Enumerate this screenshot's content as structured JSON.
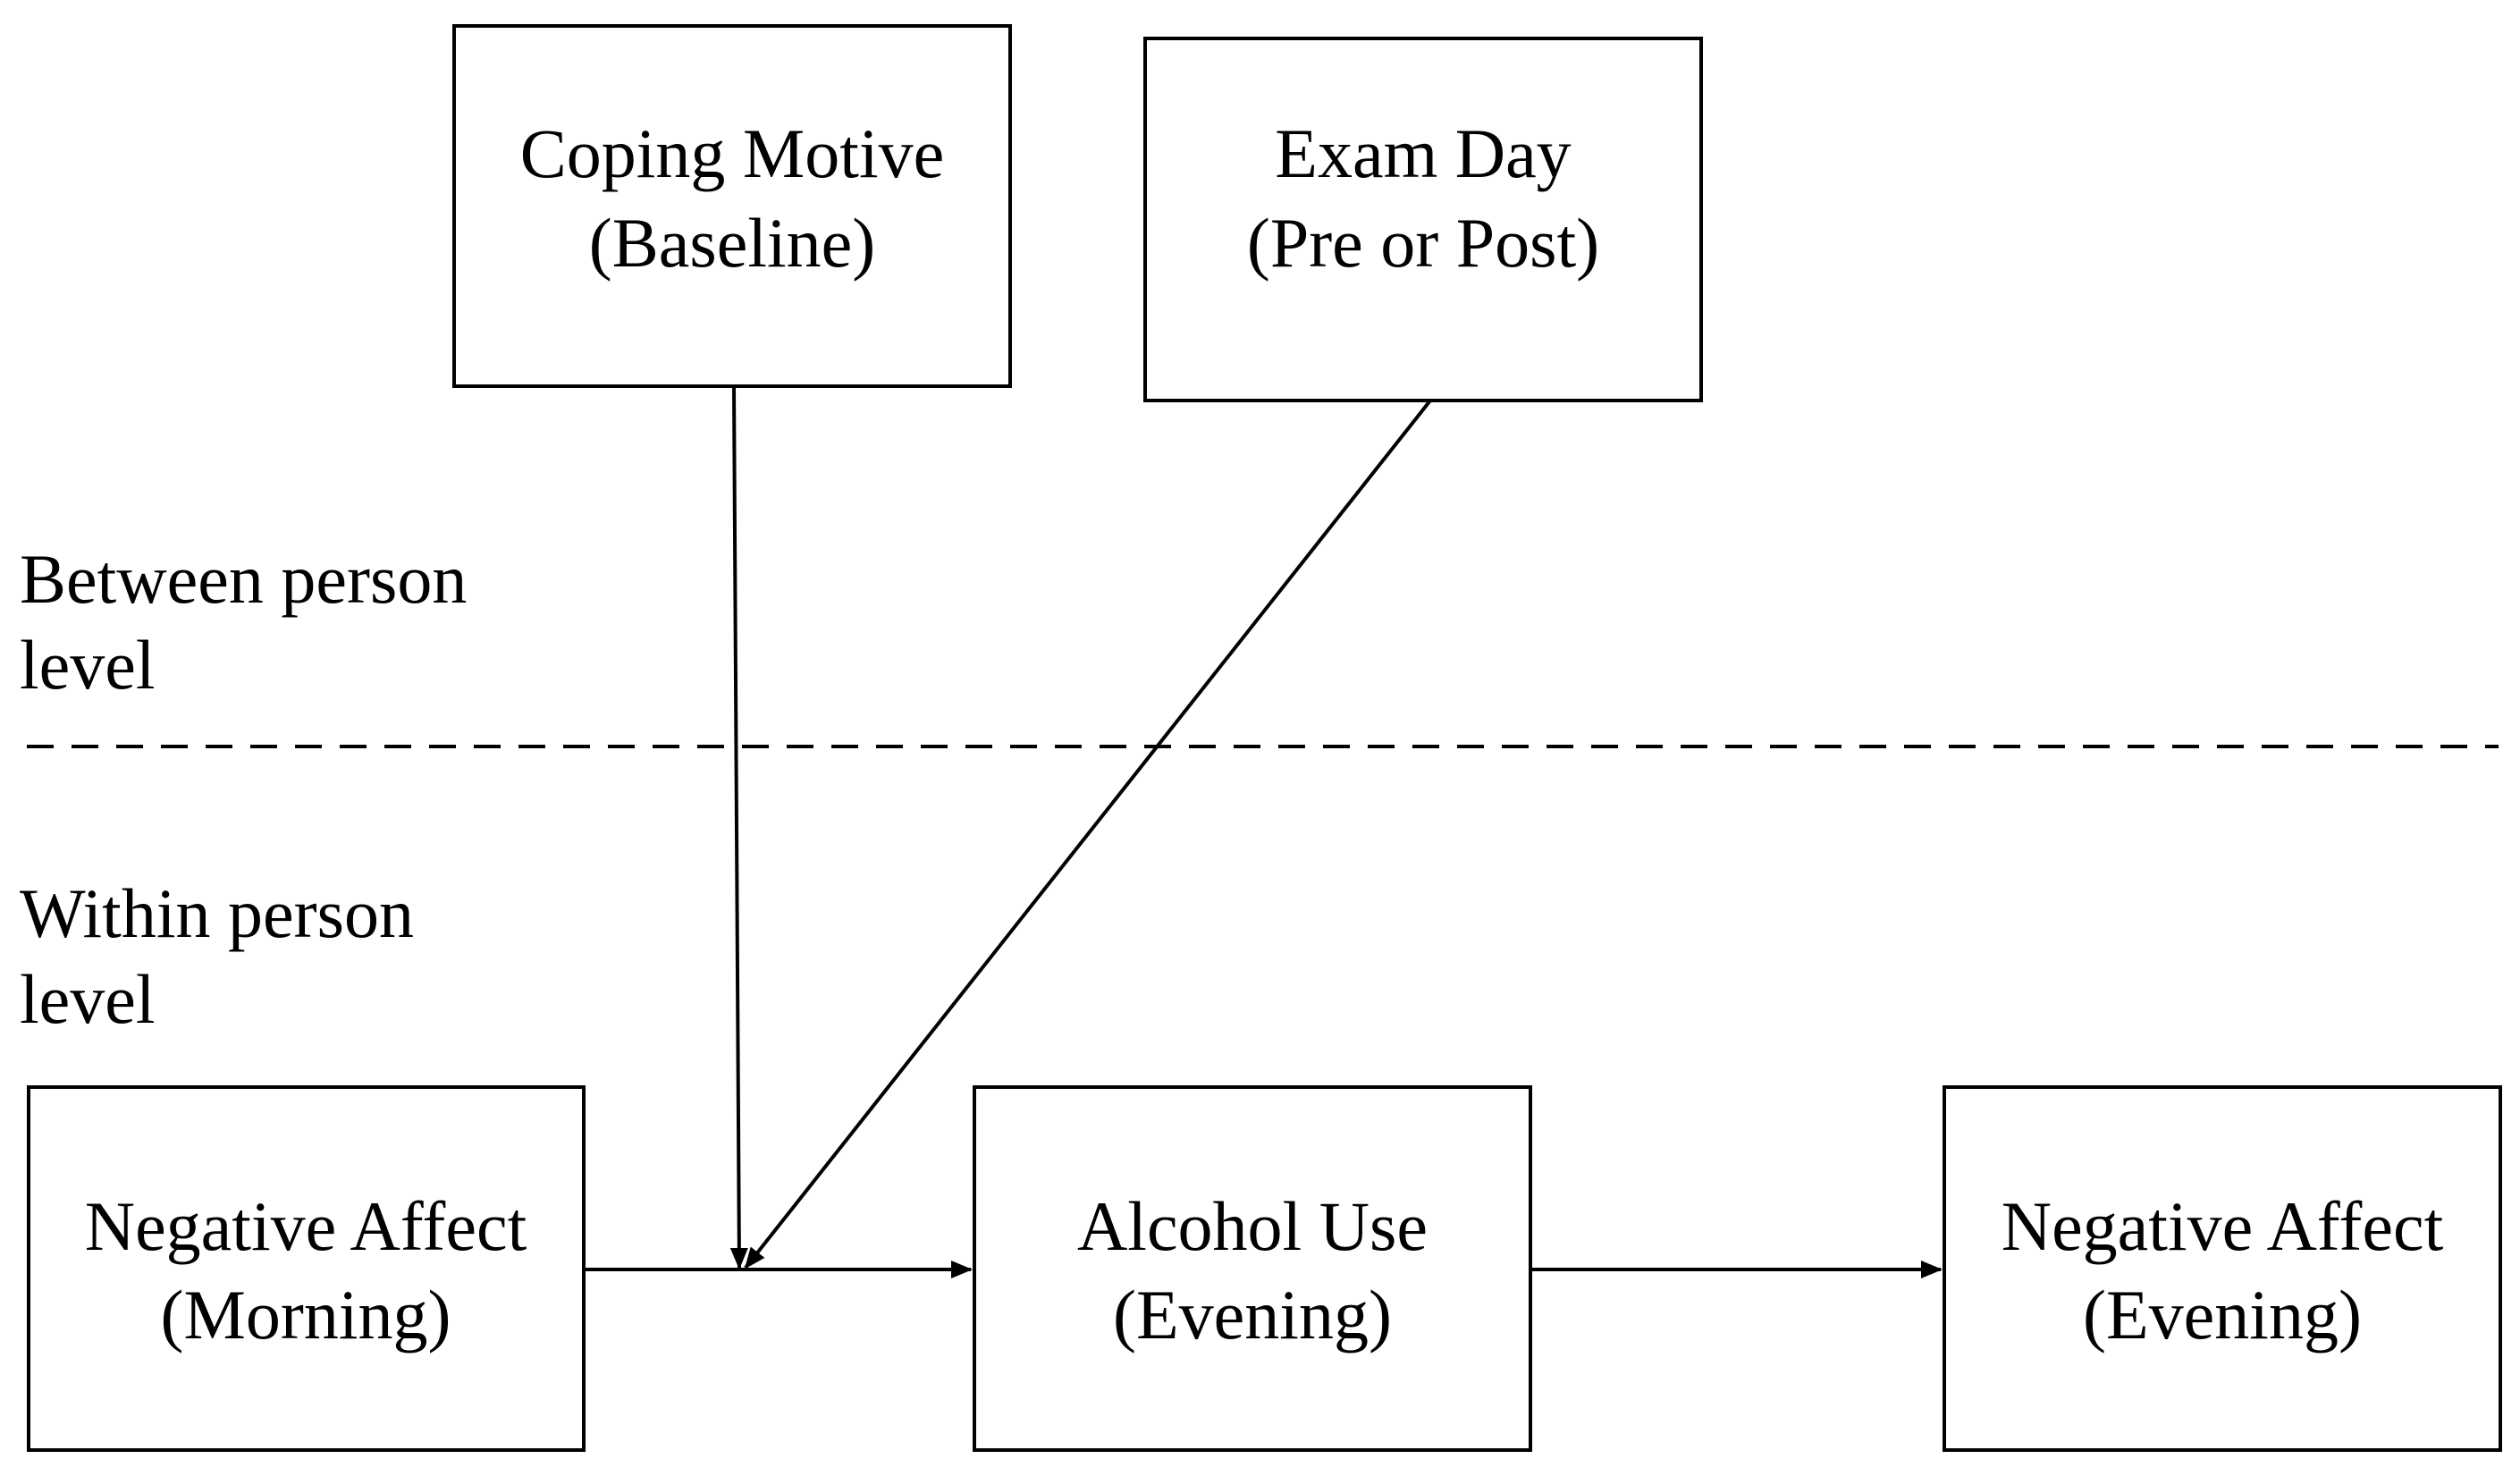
{
  "diagram": {
    "boxes": {
      "coping_motive": {
        "line1": "Coping Motive",
        "line2": "(Baseline)"
      },
      "exam_day": {
        "line1": "Exam Day",
        "line2": "(Pre or Post)"
      },
      "negative_affect_morning": {
        "line1": "Negative Affect",
        "line2": "(Morning)"
      },
      "alcohol_use_evening": {
        "line1": "Alcohol Use",
        "line2": "(Evening)"
      },
      "negative_affect_evening": {
        "line1": "Negative Affect",
        "line2": "(Evening)"
      }
    },
    "levels": {
      "between": {
        "line1": "Between person",
        "line2": "level"
      },
      "within": {
        "line1": "Within person",
        "line2": "level"
      }
    },
    "colors": {
      "line": "#000000",
      "background": "#ffffff"
    }
  }
}
